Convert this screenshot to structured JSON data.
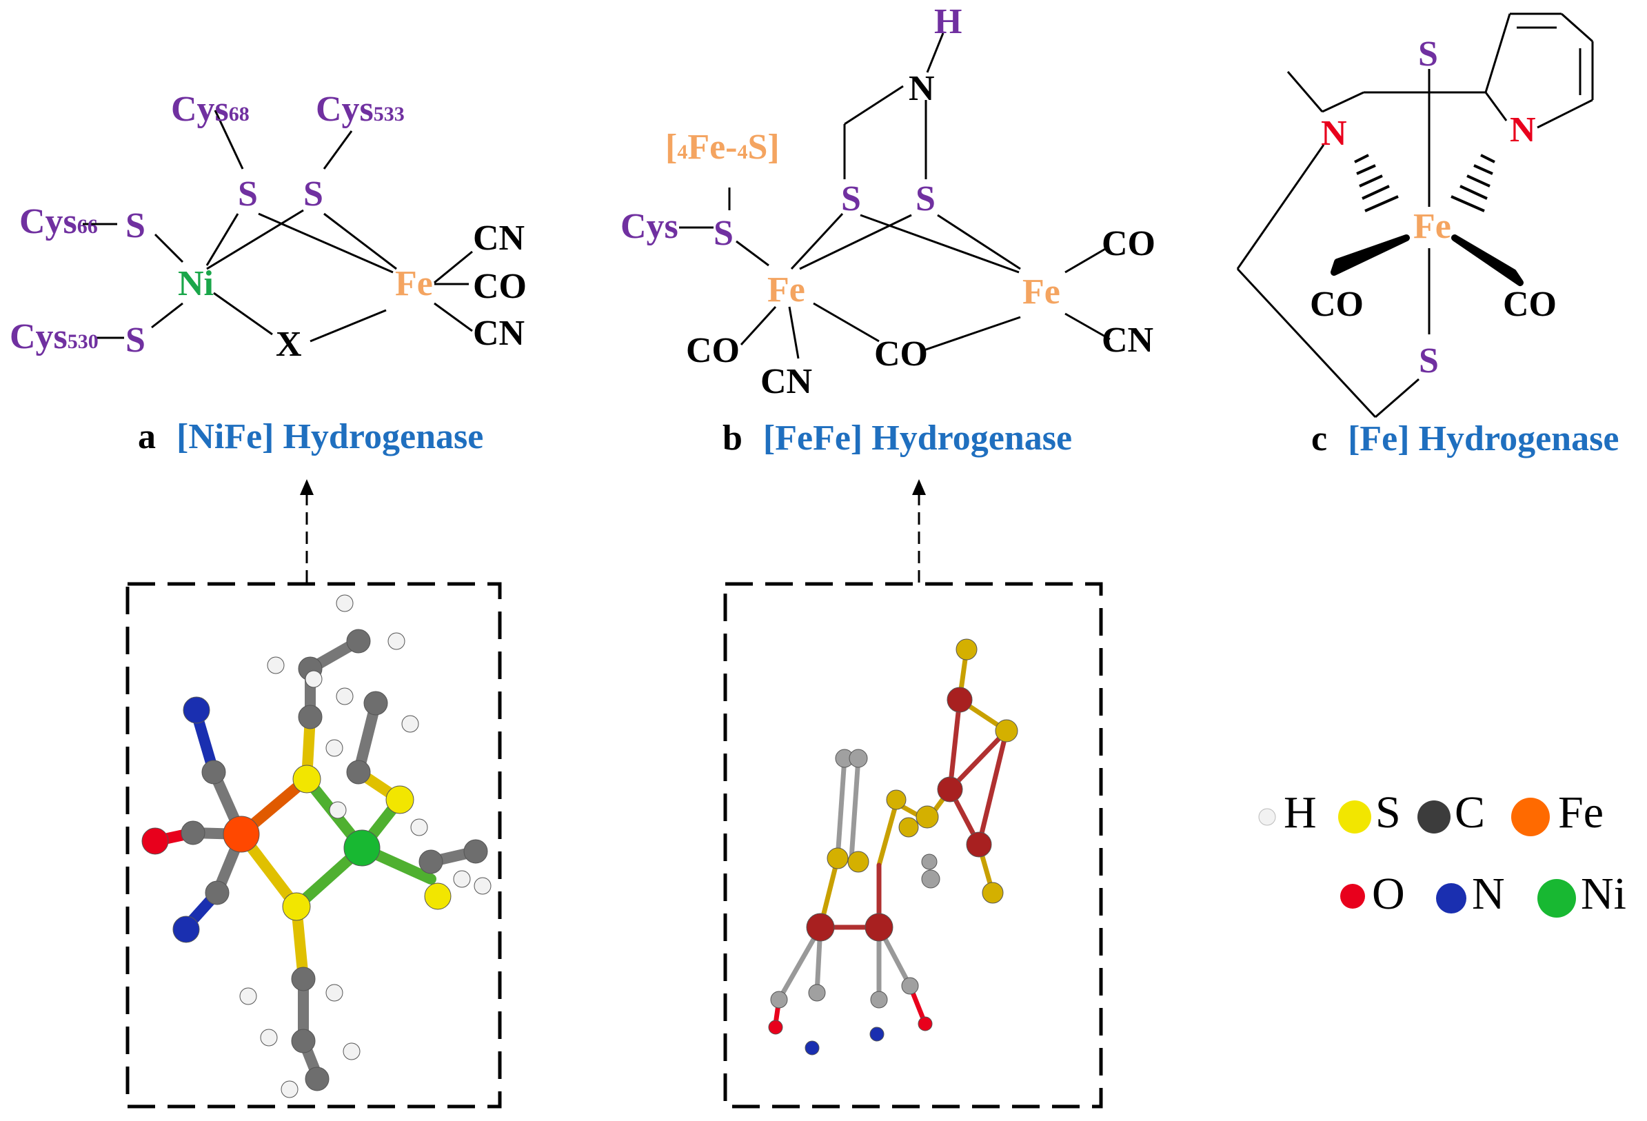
{
  "panel_a": {
    "letter": "a",
    "title": "[NiFe] Hydrogenase",
    "atoms": {
      "cys68_base": "Cys",
      "cys68_sub": "68",
      "cys533_base": "Cys",
      "cys533_sub": "533",
      "cys66_base": "Cys",
      "cys66_sub": "66",
      "cys530_base": "Cys",
      "cys530_sub": "530",
      "s1": "S",
      "s2": "S",
      "s3": "S",
      "s4": "S",
      "ni": "Ni",
      "fe": "Fe",
      "x": "X",
      "cn1": "CN",
      "co": "CO",
      "cn2": "CN"
    }
  },
  "panel_b": {
    "letter": "b",
    "title": "[FeFe] Hydrogenase",
    "atoms": {
      "h": "H",
      "n": "N",
      "cluster_open": "[",
      "cluster_4a": "4",
      "cluster_fe": "Fe-",
      "cluster_4b": "4",
      "cluster_s": "S]",
      "cys": "Cys",
      "s_cys": "S",
      "s_left": "S",
      "s_right": "S",
      "fe_left": "Fe",
      "fe_right": "Fe",
      "co_left": "CO",
      "cn_left": "CN",
      "co_bridge": "CO",
      "co_right": "CO",
      "cn_right": "CN"
    }
  },
  "panel_c": {
    "letter": "c",
    "title": "[Fe] Hydrogenase",
    "atoms": {
      "s_top": "S",
      "n_amine": "N",
      "n_pyridine": "N",
      "fe": "Fe",
      "co_left": "CO",
      "co_right": "CO",
      "s_bottom": "S"
    }
  },
  "legend": {
    "items": [
      {
        "label": "H",
        "color": "#f2f2f2"
      },
      {
        "label": "S",
        "color": "#f2e600"
      },
      {
        "label": "C",
        "color": "#3c3c3c"
      },
      {
        "label": "Fe",
        "color": "#ff6a00"
      },
      {
        "label": "O",
        "color": "#e8001c"
      },
      {
        "label": "N",
        "color": "#1a2fb0"
      },
      {
        "label": "Ni",
        "color": "#18b832"
      }
    ]
  },
  "colors": {
    "sulfur_label": "#7030a0",
    "iron_label": "#f4a460",
    "nickel_label": "#1aa64a",
    "nitrogen_label_c": "#e8001c",
    "title_blue": "#1f6fbf"
  }
}
